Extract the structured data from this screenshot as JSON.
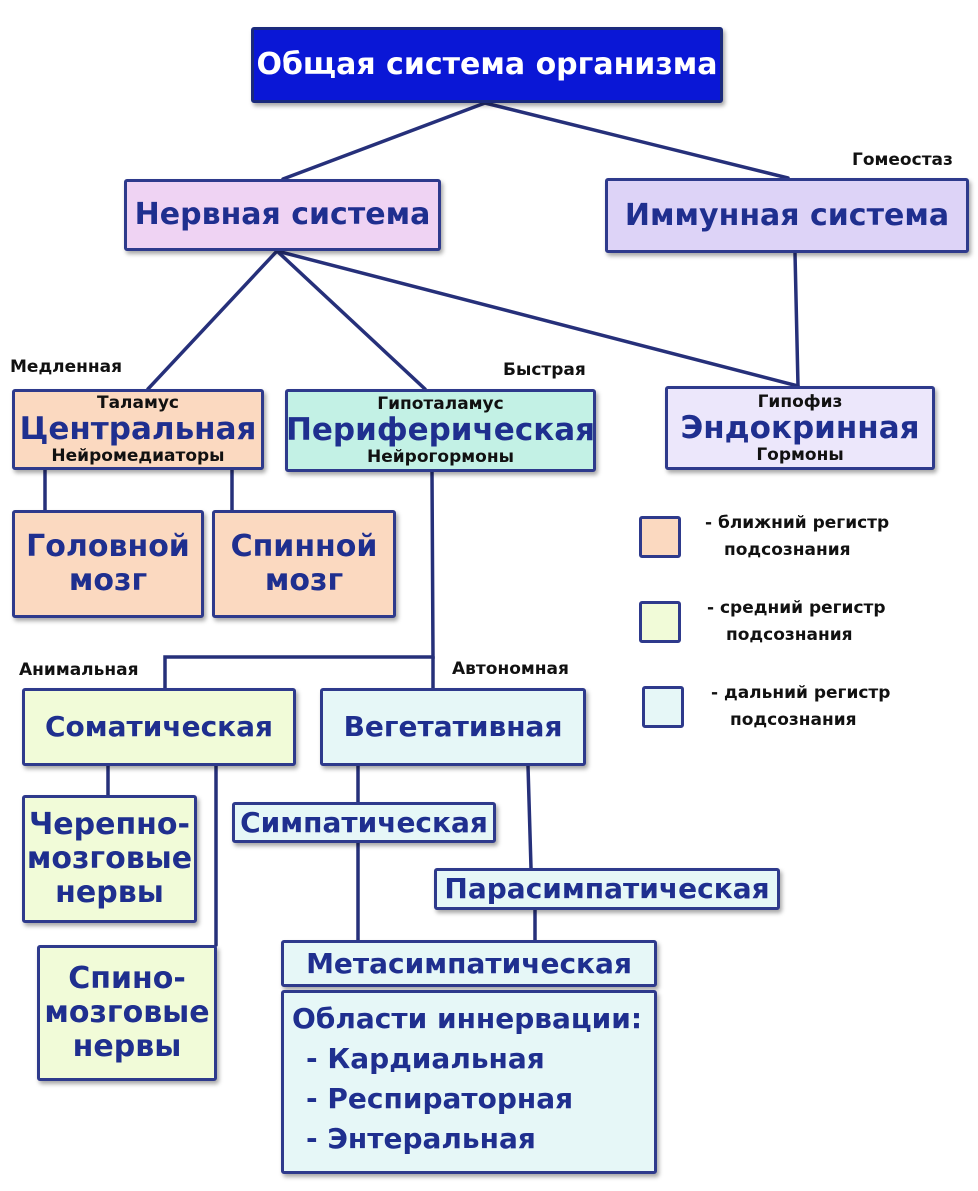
{
  "colors": {
    "root_fill": "#0a17d6",
    "nervous_fill": "#efd3f3",
    "immune_fill": "#ddd3f7",
    "near_register": "#fbd9c0",
    "middle_register": "#f1fbd8",
    "far_register": "#e6f7f7",
    "endocrine_fill": "#ece7fb",
    "border": "#2e3a8c",
    "text": "#1f2f8f",
    "line": "#26307a"
  },
  "nodes": {
    "root": "Общая система организма",
    "nervous": "Нервная система",
    "immune": "Иммунная система",
    "central": {
      "top": "Таламус",
      "title": "Центральная",
      "bottom": "Нейромедиаторы"
    },
    "peripheral": {
      "top": "Гипоталамус",
      "title": "Периферическая",
      "bottom": "Нейрогормоны"
    },
    "endocrine": {
      "top": "Гипофиз",
      "title": "Эндокринная",
      "bottom": "Гормоны"
    },
    "brain": {
      "line1": "Головной",
      "line2": "мозг"
    },
    "spinal_cord": {
      "line1": "Спинной",
      "line2": "мозг"
    },
    "somatic": "Соматическая",
    "vegetative": "Вегетативная",
    "cranial_nerves": {
      "line1": "Черепно-",
      "line2": "мозговые",
      "line3": "нервы"
    },
    "spinal_nerves": {
      "line1": "Спино-",
      "line2": "мозговые",
      "line3": "нервы"
    },
    "sympathetic": "Симпатическая",
    "parasympathetic": "Парасимпатическая",
    "metasympathetic": "Метасимпатическая",
    "innervation": {
      "title": "Области иннервации:",
      "items": [
        "- Кардиальная",
        "- Респираторная",
        "- Энтеральная"
      ]
    }
  },
  "labels": {
    "homeostasis": "Гомеостаз",
    "slow": "Медленная",
    "fast": "Быстрая",
    "animal": "Анимальная",
    "autonomic": "Автономная"
  },
  "legend": {
    "near": {
      "line1": "- ближний регистр",
      "line2": "подсознания"
    },
    "middle": {
      "line1": "- средний регистр",
      "line2": "подсознания"
    },
    "far": {
      "line1": "- дальний регистр",
      "line2": "подсознания"
    }
  }
}
